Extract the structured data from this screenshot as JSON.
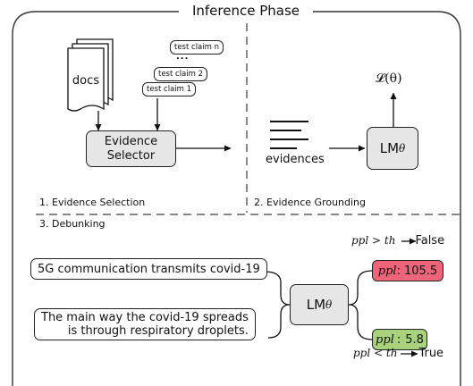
{
  "title": "Inference Phase",
  "docs_label": "docs",
  "claims": [
    "test claim n",
    "...",
    "test claim 2",
    "test claim 1"
  ],
  "evidence_selector": [
    "Evidence",
    "Selector"
  ],
  "evidences_label": "evidences",
  "lm_symbol": "LM",
  "lm_subscript": "θ",
  "loss_label": "𝓛(θ)",
  "section1": "1. Evidence Selection",
  "section2": "2. Evidence Grounding",
  "section3": "3. Debunking",
  "claim_a": "5G communication transmits covid-19",
  "claim_b_line1": "The main way the covid-19 spreads",
  "claim_b_line2": "is through respiratory droplets.",
  "ppl_high": {
    "label": "ppl",
    "sep": ":",
    "value": "105.5",
    "color": "#f0647a"
  },
  "ppl_low": {
    "label": "ppl",
    "sep": ":",
    "value": "5.8",
    "color": "#a9d27c"
  },
  "cond_top": {
    "lhs": "ppl > th",
    "result": "False"
  },
  "cond_bottom": {
    "lhs": "ppl < th",
    "result": "True"
  }
}
